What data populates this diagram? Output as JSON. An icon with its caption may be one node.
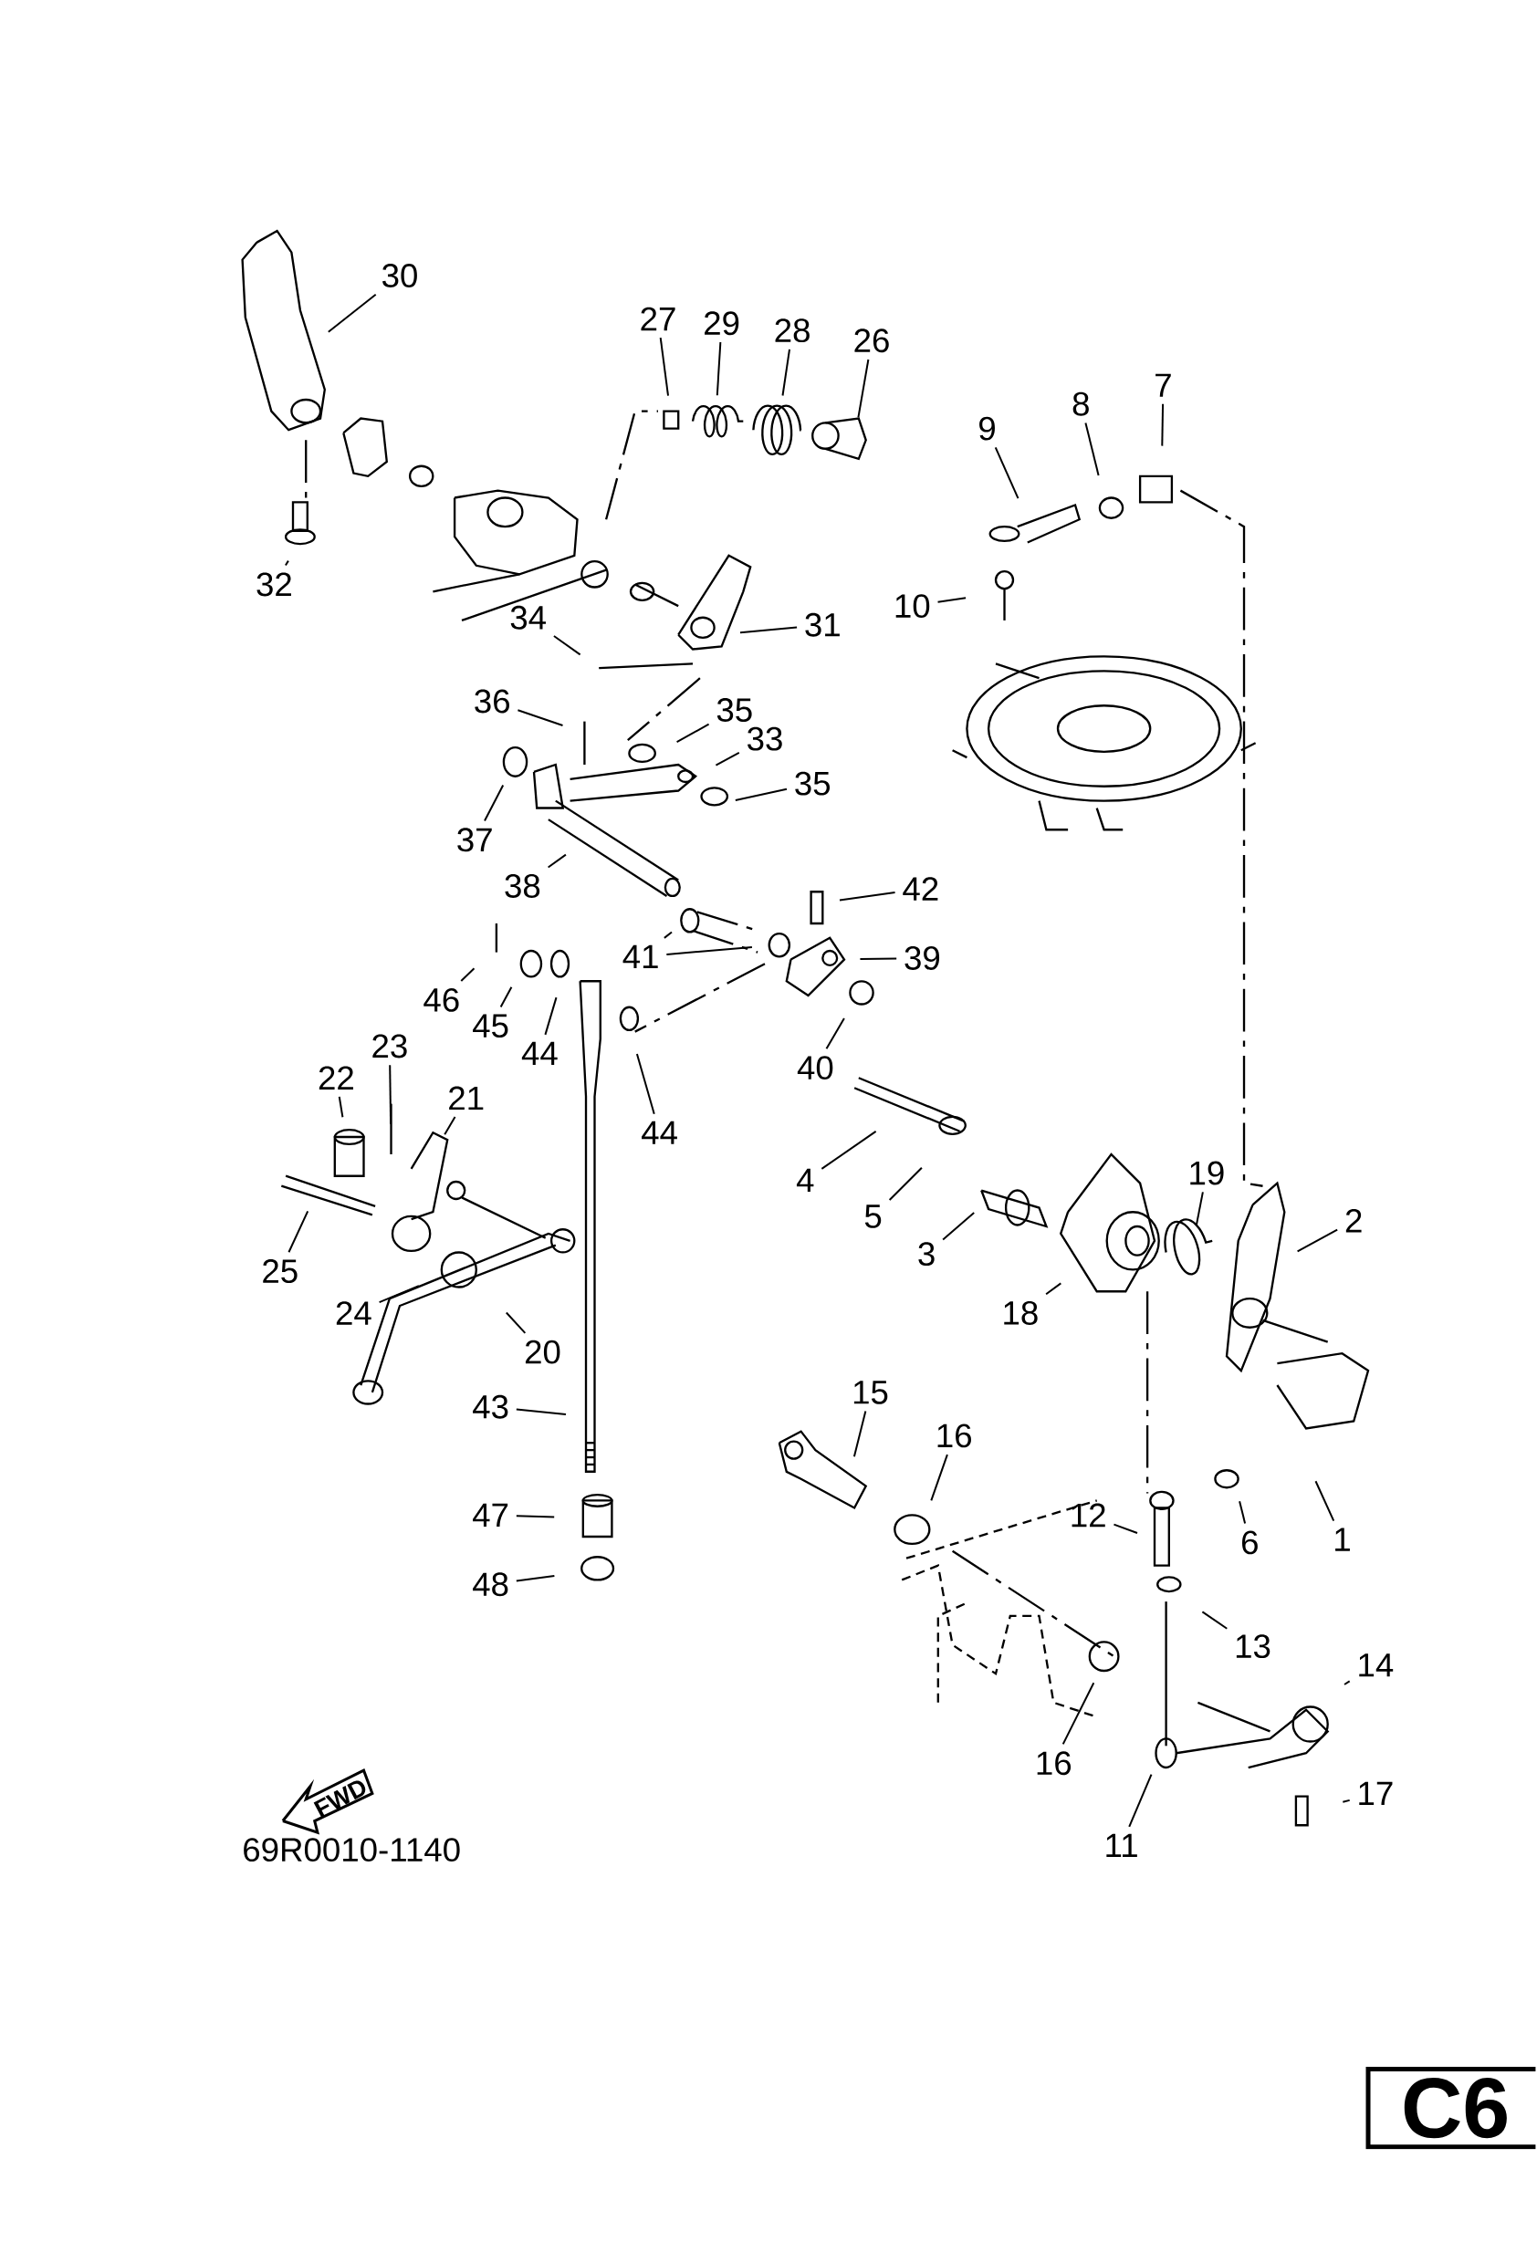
{
  "diagram": {
    "nodes": [
      {
        "text": [
          "30"
        ]
      },
      {
        "text": [
          "27"
        ]
      },
      {
        "text": [
          "29"
        ]
      },
      {
        "text": [
          "28"
        ]
      },
      {
        "text": [
          "26"
        ]
      },
      {
        "text": [
          "32"
        ]
      },
      {
        "text": [
          "9"
        ]
      },
      {
        "text": [
          "8"
        ]
      },
      {
        "text": [
          "7"
        ]
      },
      {
        "text": [
          "10"
        ]
      },
      {
        "text": [
          "34"
        ]
      },
      {
        "text": [
          "31"
        ]
      },
      {
        "text": [
          "36"
        ]
      },
      {
        "text": [
          "35"
        ]
      },
      {
        "text": [
          "33"
        ]
      },
      {
        "text": [
          "35"
        ]
      },
      {
        "text": [
          "37"
        ]
      },
      {
        "text": [
          "38"
        ]
      },
      {
        "text": [
          "42"
        ]
      },
      {
        "text": [
          "41"
        ]
      },
      {
        "text": [
          "39"
        ]
      },
      {
        "text": [
          "46"
        ]
      },
      {
        "text": [
          "45"
        ]
      },
      {
        "text": [
          "44"
        ]
      },
      {
        "text": [
          "40"
        ]
      },
      {
        "text": [
          "44"
        ]
      },
      {
        "text": [
          "23"
        ]
      },
      {
        "text": [
          "22"
        ]
      },
      {
        "text": [
          "21"
        ]
      },
      {
        "text": [
          "4"
        ]
      },
      {
        "text": [
          "5"
        ]
      },
      {
        "text": [
          "3"
        ]
      },
      {
        "text": [
          "19"
        ]
      },
      {
        "text": [
          "2"
        ]
      },
      {
        "text": [
          "25"
        ]
      },
      {
        "text": [
          "24"
        ]
      },
      {
        "text": [
          "18"
        ]
      },
      {
        "text": [
          "20"
        ]
      },
      {
        "text": [
          "43"
        ]
      },
      {
        "text": [
          "15"
        ]
      },
      {
        "text": [
          "16"
        ]
      },
      {
        "text": [
          "1"
        ]
      },
      {
        "text": [
          "6"
        ]
      },
      {
        "text": [
          "12"
        ]
      },
      {
        "text": [
          "47"
        ]
      },
      {
        "text": [
          "48"
        ]
      },
      {
        "text": [
          "13"
        ]
      },
      {
        "text": [
          "14"
        ]
      },
      {
        "text": [
          "16"
        ]
      },
      {
        "text": [
          "17"
        ]
      },
      {
        "text": [
          "11"
        ]
      }
    ],
    "edges": [
      {
        "from": 0,
        "to": null,
        "arrow": "none"
      },
      {
        "from": 1,
        "to": null,
        "arrow": "none"
      },
      {
        "from": 2,
        "to": null,
        "arrow": "none"
      },
      {
        "from": 3,
        "to": null,
        "arrow": "none"
      },
      {
        "from": 4,
        "to": null,
        "arrow": "none"
      },
      {
        "from": 5,
        "to": null,
        "arrow": "none"
      },
      {
        "from": 6,
        "to": null,
        "arrow": "none"
      },
      {
        "from": 7,
        "to": null,
        "arrow": "none"
      },
      {
        "from": 8,
        "to": null,
        "arrow": "none"
      },
      {
        "from": 9,
        "to": null,
        "arrow": "none"
      },
      {
        "from": 10,
        "to": null,
        "arrow": "none"
      },
      {
        "from": 11,
        "to": null,
        "arrow": "none"
      },
      {
        "from": 12,
        "to": null,
        "arrow": "none"
      },
      {
        "from": 13,
        "to": null,
        "arrow": "none"
      },
      {
        "from": 14,
        "to": null,
        "arrow": "none"
      },
      {
        "from": 15,
        "to": null,
        "arrow": "none"
      },
      {
        "from": 16,
        "to": null,
        "arrow": "none"
      },
      {
        "from": 17,
        "to": null,
        "arrow": "none"
      },
      {
        "from": 18,
        "to": null,
        "arrow": "none"
      },
      {
        "from": 19,
        "to": null,
        "arrow": "none"
      },
      {
        "from": 19,
        "to": null,
        "arrow": "none"
      },
      {
        "from": 20,
        "to": null,
        "arrow": "none"
      },
      {
        "from": 21,
        "to": null,
        "arrow": "none"
      },
      {
        "from": 22,
        "to": null,
        "arrow": "none"
      },
      {
        "from": 23,
        "to": null,
        "arrow": "none"
      },
      {
        "from": 24,
        "to": null,
        "arrow": "none"
      },
      {
        "from": 25,
        "to": null,
        "arrow": "none"
      },
      {
        "from": 26,
        "to": null,
        "arrow": "none"
      },
      {
        "from": 27,
        "to": null,
        "arrow": "none"
      },
      {
        "from": 28,
        "to": null,
        "arrow": "none"
      },
      {
        "from": 29,
        "to": null,
        "arrow": "none"
      },
      {
        "from": 30,
        "to": null,
        "arrow": "none"
      },
      {
        "from": 31,
        "to": null,
        "arrow": "none"
      },
      {
        "from": 32,
        "to": null,
        "arrow": "none"
      },
      {
        "from": 33,
        "to": null,
        "arrow": "none"
      },
      {
        "from": 34,
        "to": null,
        "arrow": "none"
      },
      {
        "from": 35,
        "to": null,
        "arrow": "none"
      },
      {
        "from": 36,
        "to": null,
        "arrow": "none"
      },
      {
        "from": 37,
        "to": null,
        "arrow": "none"
      },
      {
        "from": 38,
        "to": null,
        "arrow": "none"
      },
      {
        "from": 39,
        "to": null,
        "arrow": "none"
      },
      {
        "from": 40,
        "to": null,
        "arrow": "none"
      },
      {
        "from": 41,
        "to": null,
        "arrow": "none"
      },
      {
        "from": 42,
        "to": null,
        "arrow": "none"
      },
      {
        "from": 43,
        "to": null,
        "arrow": "none"
      },
      {
        "from": 44,
        "to": null,
        "arrow": "none"
      },
      {
        "from": 45,
        "to": null,
        "arrow": "none"
      },
      {
        "from": 46,
        "to": null,
        "arrow": "none"
      },
      {
        "from": 47,
        "to": null,
        "arrow": "none"
      },
      {
        "from": 48,
        "to": null,
        "arrow": "none"
      },
      {
        "from": 49,
        "to": null,
        "arrow": "none"
      },
      {
        "from": 50,
        "to": null,
        "arrow": "none"
      }
    ],
    "labels": [
      "FWD",
      "69R0010-1140",
      "C6"
    ]
  }
}
